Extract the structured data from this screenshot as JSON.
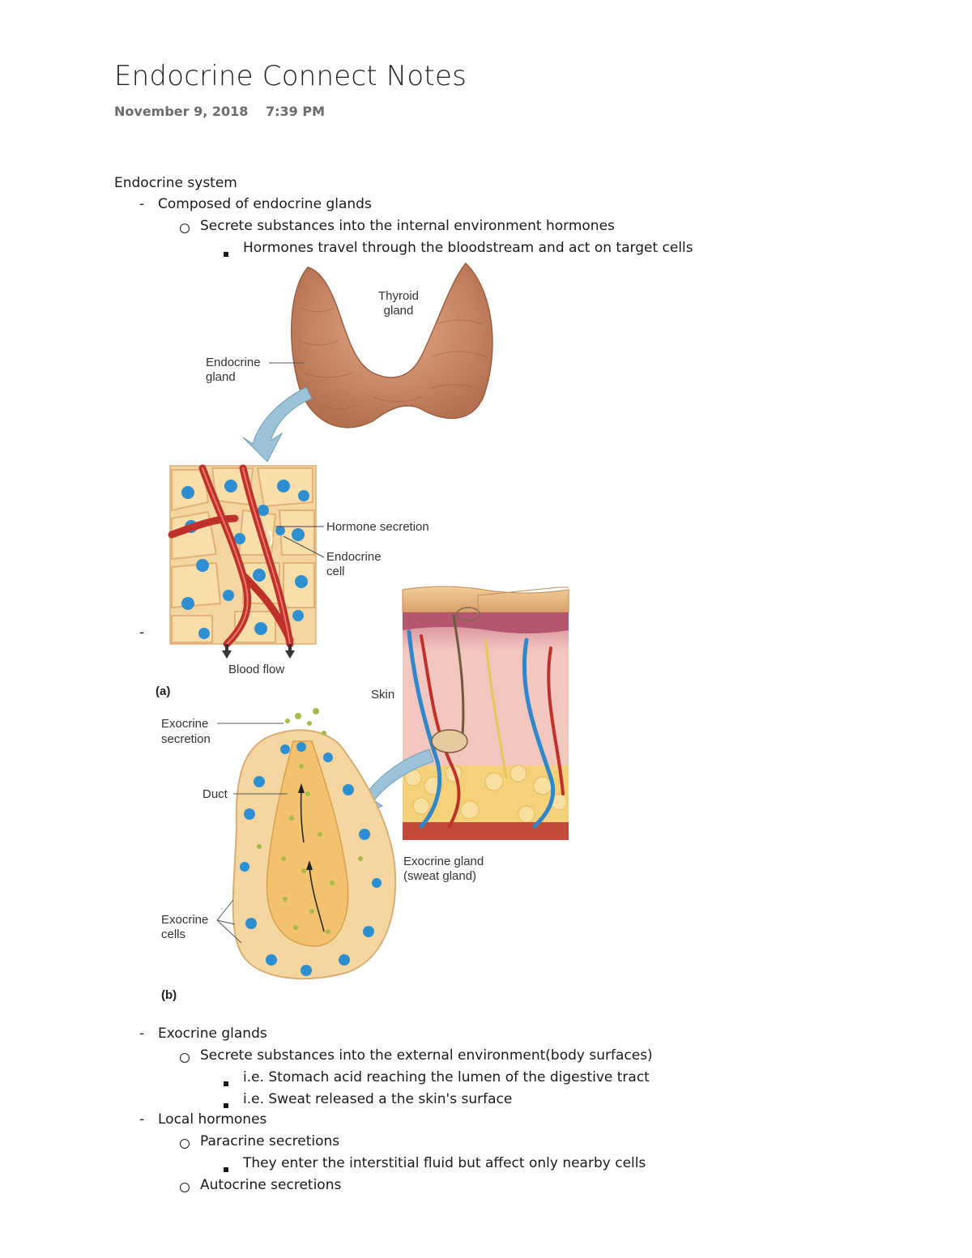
{
  "header": {
    "title": "Endocrine Connect Notes",
    "date": "November 9, 2018",
    "time": "7:39 PM"
  },
  "notes": {
    "section1": "Endocrine system",
    "composed": "Composed of endocrine glands",
    "secrete_internal": "Secrete substances into the internal environment hormones",
    "hormones_travel": "Hormones travel through the bloodstream and act on target cells",
    "exocrine_glands": "Exocrine glands",
    "secrete_external": "Secrete substances into the external environment(body surfaces)",
    "stomach_acid": "i.e. Stomach acid reaching the lumen of the digestive tract",
    "sweat": "i.e. Sweat released a the skin's surface",
    "local_hormones": "Local hormones",
    "paracrine": "Paracrine secretions",
    "interstitial": "They enter the interstitial fluid but affect only nearby cells",
    "autocrine": "Autocrine secretions"
  },
  "bullets": {
    "dash": "-"
  },
  "figure": {
    "thyroid_gland": [
      "Thyroid",
      "gland"
    ],
    "endocrine_gland": [
      "Endocrine",
      "gland"
    ],
    "hormone_secretion": "Hormone secretion",
    "endocrine_cell": [
      "Endocrine",
      "cell"
    ],
    "blood_flow": "Blood flow",
    "panel_a": "(a)",
    "skin": "Skin",
    "exocrine_secretion": [
      "Exocrine",
      "secretion"
    ],
    "duct": "Duct",
    "exocrine_gland": [
      "Exocrine gland",
      "(sweat gland)"
    ],
    "exocrine_cells": [
      "Exocrine",
      "cells"
    ],
    "panel_b": "(b)"
  },
  "colors": {
    "thyroid": "#c98a6a",
    "cell_fill": "#f6d6a0",
    "nucleus": "#2e8fd0",
    "vessel": "#c0302a",
    "arrow": "#8fb8d0"
  }
}
